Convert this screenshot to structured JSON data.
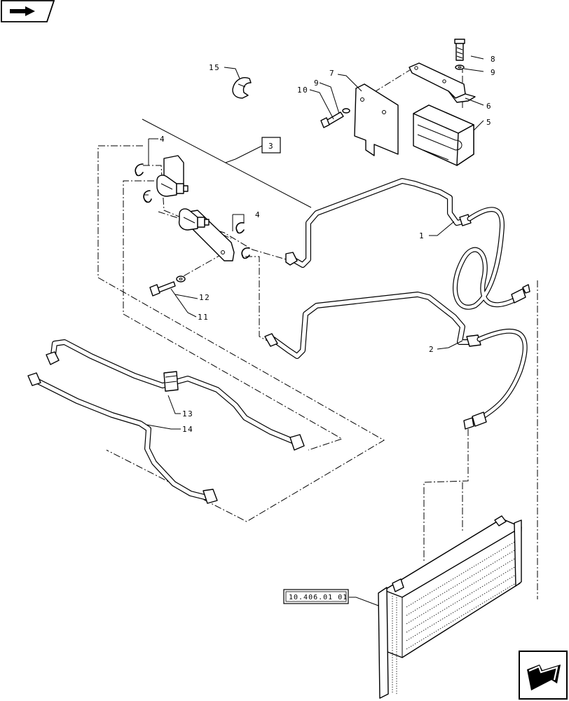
{
  "callouts": {
    "p1": "1",
    "p2": "2",
    "p3": "3",
    "p4a": "4",
    "p4b": "4",
    "p5": "5",
    "p6": "6",
    "p7": "7",
    "p8": "8",
    "p9a": "9",
    "p9b": "9",
    "p10": "10",
    "p11": "11",
    "p12": "12",
    "p13": "13",
    "p14": "14",
    "p15": "15"
  },
  "reference": {
    "section": "10.406.01 01"
  },
  "icons": {
    "top_left": "collapse-icon",
    "bottom_right": "next-page-icon"
  }
}
